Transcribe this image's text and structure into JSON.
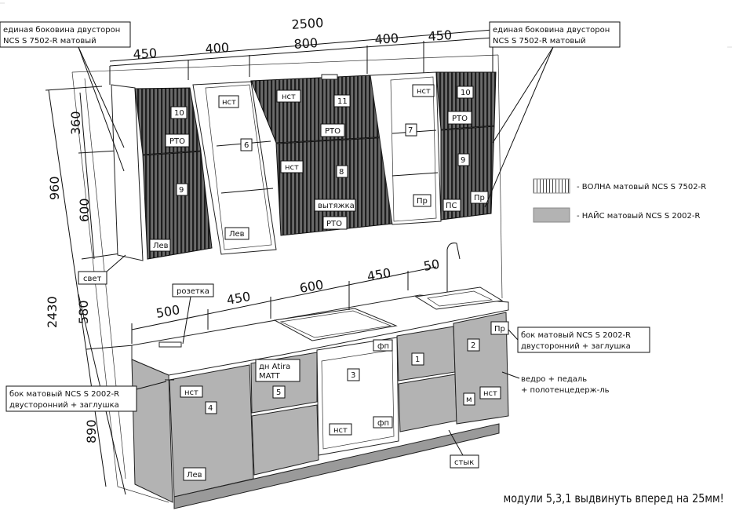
{
  "dimensions": {
    "total_width": "2500",
    "top_450_left": "450",
    "top_400_left": "400",
    "top_800": "800",
    "top_400_right": "400",
    "top_450_right": "450",
    "height_360": "360",
    "height_960": "960",
    "height_600": "600",
    "height_2430": "2430",
    "height_580": "580",
    "height_890": "890",
    "base_500": "500",
    "base_450_left": "450",
    "base_600": "600",
    "base_450_right": "450",
    "base_50": "50"
  },
  "callouts": {
    "side_panel_top_left": [
      "единая боковина двусторон",
      "NCS S 7502-R матовый"
    ],
    "side_panel_top_right": [
      "единая боковина двусторон",
      "NCS S 7502-R матовый"
    ],
    "light": "свет",
    "socket": "розетка",
    "side_left": [
      "бок матовый NCS S 2002-R",
      "двусторонний + заглушка"
    ],
    "side_right": [
      "бок матовый NCS S 2002-R",
      "двусторонний + заглушка"
    ],
    "oven": [
      "дн Atira",
      "MATT"
    ],
    "bin": [
      "ведро + педаль",
      "+ полотенцедерж-ль"
    ],
    "joint": "стык"
  },
  "legend": {
    "wave": "- ВОЛНА матовый NCS S 7502-R",
    "nice": "- НАЙС матовый NCS S 2002-R"
  },
  "upper_labels": {
    "nst1": "нст",
    "nst2": "нст",
    "nst3": "нст",
    "nst4": "нст",
    "n10a": "10",
    "rto1": "РТО",
    "n9a": "9",
    "lev1": "Лев",
    "n6": "6",
    "lev2": "Лев",
    "n11": "11",
    "rto2": "РТО",
    "n8": "8",
    "hood": "вытяжка",
    "rto3": "РТО",
    "n7": "7",
    "pr1": "Пр",
    "n10b": "10",
    "rto4": "РТО",
    "n9b": "9",
    "ps": "ПС",
    "pr2": "Пр"
  },
  "lower_labels": {
    "fp1": "фп",
    "fp2": "фп",
    "n1": "1",
    "n2": "2",
    "pr3": "Пр",
    "n3": "3",
    "nst5": "нст",
    "n5": "5",
    "nst6": "нст",
    "n4": "4",
    "lev3": "Лев",
    "m": "м",
    "nst7": "нст"
  },
  "footer_note": "модули 5,3,1 выдвинуть вперед на 25мм!",
  "colors": {
    "front_gray": "#b3b3b3",
    "wave_dark": "#4a4a4a",
    "line": "#111111"
  }
}
